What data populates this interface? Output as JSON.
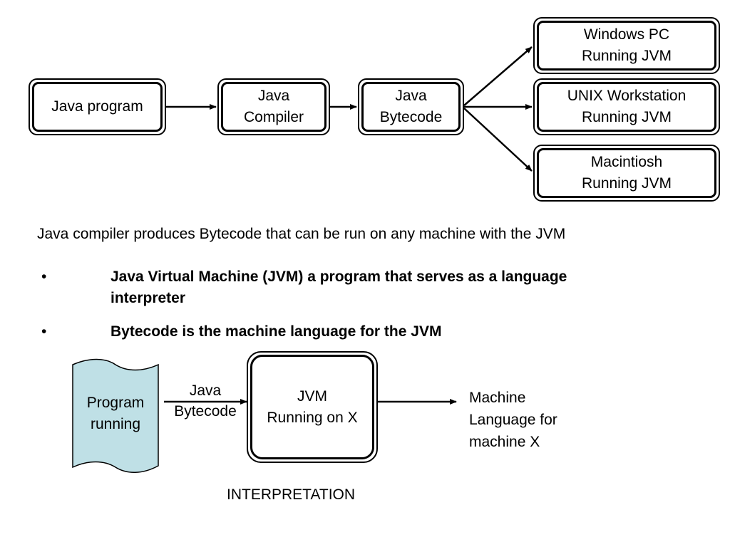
{
  "top_flow": {
    "java_program": "Java program",
    "java_compiler": [
      "Java",
      "Compiler"
    ],
    "java_bytecode": [
      "Java",
      "Bytecode"
    ],
    "windows_pc": [
      "Windows PC",
      "Running JVM"
    ],
    "unix_workstation": [
      "UNIX Workstation",
      "Running JVM"
    ],
    "macintosh": [
      "Macintiosh",
      "Running JVM"
    ]
  },
  "text": {
    "intro": "Java compiler produces Bytecode that can be run on any machine with the JVM",
    "bullet_symbol": "•",
    "bullet1_line1": "Java Virtual Machine (JVM) a program that serves as a language",
    "bullet1_line2": "interpreter",
    "bullet2": "Bytecode is the machine language for the JVM"
  },
  "bottom_flow": {
    "program_running": [
      "Program",
      "running"
    ],
    "arrow_label": [
      "Java",
      "Bytecode"
    ],
    "jvm": [
      "JVM",
      "Running on X"
    ],
    "output": [
      "Machine",
      "Language for",
      "machine X"
    ],
    "caption": "INTERPRETATION"
  },
  "colors": {
    "scroll_fill": "#bfe0e6",
    "stroke": "#000000"
  }
}
